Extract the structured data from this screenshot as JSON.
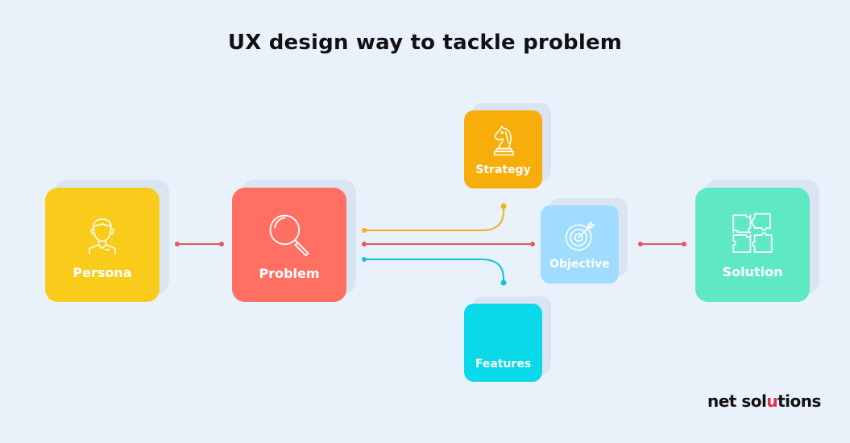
{
  "title": "UX design way to tackle problem",
  "nodes": {
    "persona": {
      "label": "Persona",
      "color": "#f9cc1b",
      "icon": "person-icon"
    },
    "problem": {
      "label": "Problem",
      "color": "#ff6f62",
      "icon": "magnifier-icon"
    },
    "strategy": {
      "label": "Strategy",
      "color": "#f7ae0a",
      "icon": "chess-knight-icon"
    },
    "objective": {
      "label": "Objective",
      "color": "#9fdcff",
      "icon": "target-icon"
    },
    "features": {
      "label": "Features",
      "color": "#0ad9ea",
      "icon": "none"
    },
    "solution": {
      "label": "Solution",
      "color": "#5ee8c4",
      "icon": "puzzle-icon"
    }
  },
  "connector_colors": {
    "red": "#e8585a",
    "yellow": "#f2b01a",
    "cyan": "#12c3dd"
  },
  "brand": {
    "text_before": "net sol",
    "text_mark": "u",
    "text_after": "tions",
    "accent": "#e3304a"
  }
}
